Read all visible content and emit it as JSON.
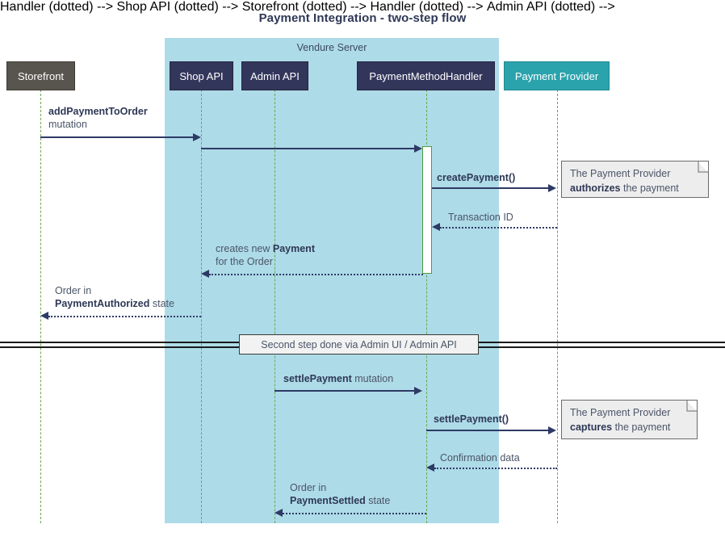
{
  "title": "Payment Integration - two-step flow",
  "group": {
    "label": "Vendure Server"
  },
  "participants": [
    {
      "id": "storefront",
      "label": "Storefront"
    },
    {
      "id": "shop-api",
      "label": "Shop API"
    },
    {
      "id": "admin-api",
      "label": "Admin API"
    },
    {
      "id": "payment-method-handler",
      "label": "PaymentMethodHandler"
    },
    {
      "id": "payment-provider",
      "label": "Payment Provider"
    }
  ],
  "messages": [
    {
      "id": "add-payment-to-order",
      "line1_bold": "addPaymentToOrder",
      "line1_rest": "",
      "line2": "mutation"
    },
    {
      "id": "shop-to-handler",
      "line1_bold": "",
      "line1_rest": "",
      "line2": ""
    },
    {
      "id": "create-payment",
      "line1_bold": "createPayment()",
      "line1_rest": "",
      "line2": ""
    },
    {
      "id": "transaction-id",
      "line1_bold": "",
      "line1_rest": "Transaction ID",
      "line2": ""
    },
    {
      "id": "creates-new-payment",
      "line1_bold": "Payment",
      "line1_rest": "creates new ",
      "line2": "for the Order"
    },
    {
      "id": "order-payment-authorized",
      "line1_bold": "PaymentAuthorized",
      "line1_rest": " state",
      "line2": "Order in"
    },
    {
      "id": "settle-payment-mutation",
      "line1_bold": "settlePayment",
      "line1_rest": " mutation",
      "line2": ""
    },
    {
      "id": "settle-payment-call",
      "line1_bold": "settlePayment()",
      "line1_rest": "",
      "line2": ""
    },
    {
      "id": "confirmation-data",
      "line1_bold": "",
      "line1_rest": "Confirmation data",
      "line2": ""
    },
    {
      "id": "order-payment-settled",
      "line1_bold": "PaymentSettled",
      "line1_rest": " state",
      "line2": "Order in"
    }
  ],
  "labels": {
    "add_payment_bold": "addPaymentToOrder",
    "add_payment_sub": "mutation",
    "create_payment": "createPayment()",
    "transaction_id": "Transaction ID",
    "creates_new_prefix": "creates new ",
    "creates_new_bold": "Payment",
    "creates_new_sub": "for the Order",
    "order_in": "Order in",
    "payment_authorized_bold": "PaymentAuthorized",
    "state_suffix": " state",
    "settle_payment_bold": "settlePayment",
    "mutation_suffix": " mutation",
    "settle_payment_call": "settlePayment()",
    "confirmation_data": "Confirmation data",
    "order_in_2": "Order in",
    "payment_settled_bold": "PaymentSettled",
    "state_suffix_2": " state"
  },
  "notes": [
    {
      "id": "note-authorizes",
      "line1": "The Payment Provider",
      "line2_bold": "authorizes",
      "line2_rest": " the payment"
    },
    {
      "id": "note-captures",
      "line1": "The Payment Provider",
      "line2_bold": "captures",
      "line2_rest": " the payment"
    }
  ],
  "divider": {
    "label": "Second step done via Admin UI / Admin API"
  },
  "colors": {
    "group_bg": "#aedbe8",
    "participant_dark": "#33365b",
    "participant_gray": "#58544e",
    "participant_teal": "#2ba3ad",
    "arrow": "#2e3a66",
    "lifeline": "#6aa84f",
    "note_bg": "#ededed",
    "text_muted": "#4b5568",
    "text_strong": "#2e3856"
  }
}
